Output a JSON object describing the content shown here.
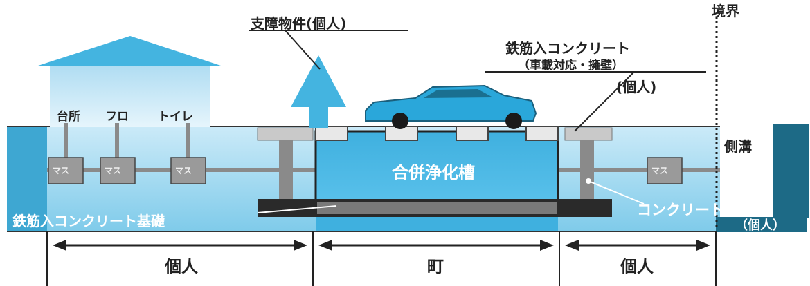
{
  "labels": {
    "obstacle": "支障物件(個人)",
    "boundary": "境界",
    "rc_title": "鉄筋入コンクリート",
    "rc_sub": "（車載対応・擁壁）",
    "rc_owner": "(個人)",
    "kitchen": "台所",
    "bath": "フロ",
    "toilet": "トイレ",
    "mass": "マス",
    "tank": "合併浄化槽",
    "side_ditch": "側溝",
    "rc_foundation": "鉄筋入コンクリート基礎",
    "pillar": "コンクリート支柱",
    "pillar_owner": "（個人）",
    "left_owner": "個人",
    "center_owner": "町",
    "right_owner": "個人"
  },
  "colors": {
    "sky_blue": "#44b4e0",
    "light_blue": "#bfe3f4",
    "ground_blue": "#a9dcf2",
    "dark_teal": "#1d6a86",
    "foundation": "#2a2a2a",
    "gray_box": "#8a8a8a"
  }
}
